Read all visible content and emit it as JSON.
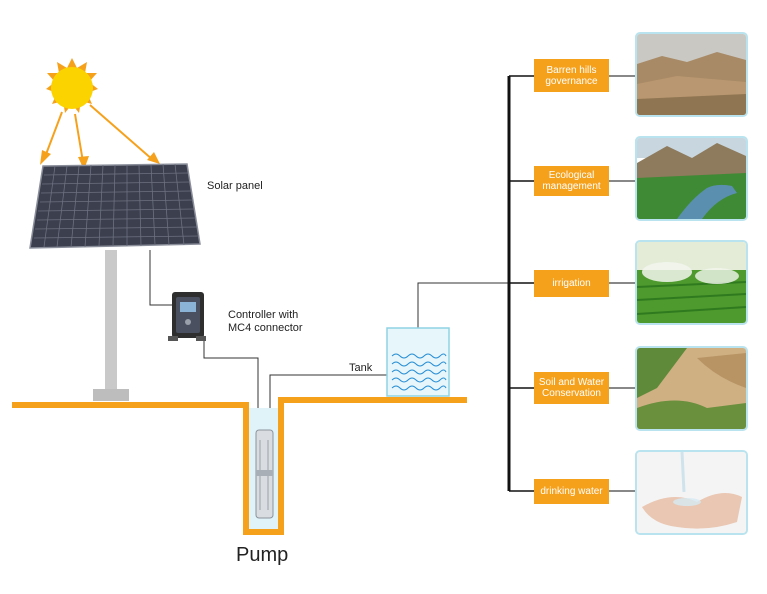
{
  "labels": {
    "solar_panel": "Solar panel",
    "controller_line1": "Controller with",
    "controller_line2": "MC4 connector",
    "tank": "Tank",
    "pump": "Pump"
  },
  "uses": [
    {
      "line1": "Barren hills",
      "line2": "governance",
      "photo": "barren-hills-photo"
    },
    {
      "line1": "Ecological",
      "line2": "management",
      "photo": "ecological-river-photo"
    },
    {
      "line1": "irrigation",
      "line2": "",
      "photo": "irrigation-field-photo"
    },
    {
      "line1": "Soil and Water",
      "line2": "Conservation",
      "photo": "soil-water-hillside-photo"
    },
    {
      "line1": "drinking water",
      "line2": "",
      "photo": "hands-water-photo"
    }
  ],
  "colors": {
    "accent": "#f6a11c",
    "ground": "#f6a11c",
    "sun": "#fbd400",
    "panel": "#3d4150",
    "photo_border": "#b9e3ee"
  }
}
